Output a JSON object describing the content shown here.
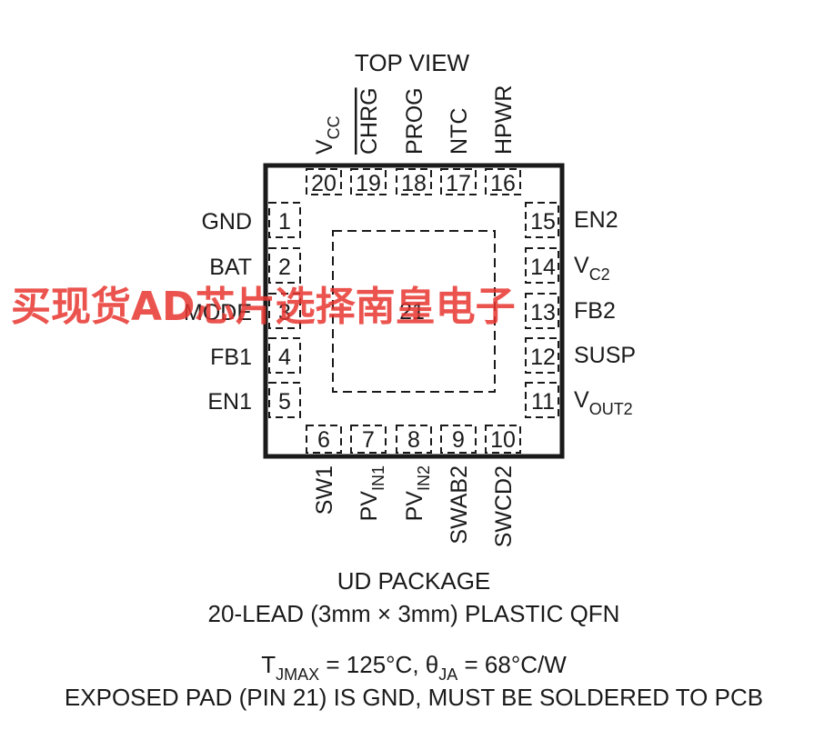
{
  "view_label": "TOP VIEW",
  "center_pin": "21",
  "watermark": "买现货AD芯片选择南皇电子",
  "pins_top": [
    {
      "num": "20",
      "base": "V",
      "sub": "CC",
      "overline": false
    },
    {
      "num": "19",
      "base": "CHRG",
      "sub": "",
      "overline": true
    },
    {
      "num": "18",
      "base": "PROG",
      "sub": "",
      "overline": false
    },
    {
      "num": "17",
      "base": "NTC",
      "sub": "",
      "overline": false
    },
    {
      "num": "16",
      "base": "HPWR",
      "sub": "",
      "overline": false
    }
  ],
  "pins_left": [
    {
      "num": "1",
      "base": "GND",
      "sub": ""
    },
    {
      "num": "2",
      "base": "BAT",
      "sub": ""
    },
    {
      "num": "3",
      "base": "MODE",
      "sub": ""
    },
    {
      "num": "4",
      "base": "FB1",
      "sub": ""
    },
    {
      "num": "5",
      "base": "EN1",
      "sub": ""
    }
  ],
  "pins_right": [
    {
      "num": "15",
      "base": "EN2",
      "sub": ""
    },
    {
      "num": "14",
      "base": "V",
      "sub": "C2"
    },
    {
      "num": "13",
      "base": "FB2",
      "sub": ""
    },
    {
      "num": "12",
      "base": "SUSP",
      "sub": ""
    },
    {
      "num": "11",
      "base": "V",
      "sub": "OUT2"
    }
  ],
  "pins_bottom": [
    {
      "num": "6",
      "base": "SW1",
      "sub": ""
    },
    {
      "num": "7",
      "base": "PV",
      "sub": "IN1"
    },
    {
      "num": "8",
      "base": "PV",
      "sub": "IN2"
    },
    {
      "num": "9",
      "base": "SWAB2",
      "sub": ""
    },
    {
      "num": "10",
      "base": "SWCD2",
      "sub": ""
    }
  ],
  "package_name": "UD PACKAGE",
  "package_desc": "20-LEAD (3mm × 3mm) PLASTIC QFN",
  "thermal": {
    "t_base": "T",
    "t_sub": "JMAX",
    "t_value": " = 125°C, ",
    "theta_base": "θ",
    "theta_sub": "JA",
    "theta_value": " = 68°C/W"
  },
  "exposed_pad_note": "EXPOSED PAD (PIN 21) IS GND, MUST BE SOLDERED TO PCB"
}
